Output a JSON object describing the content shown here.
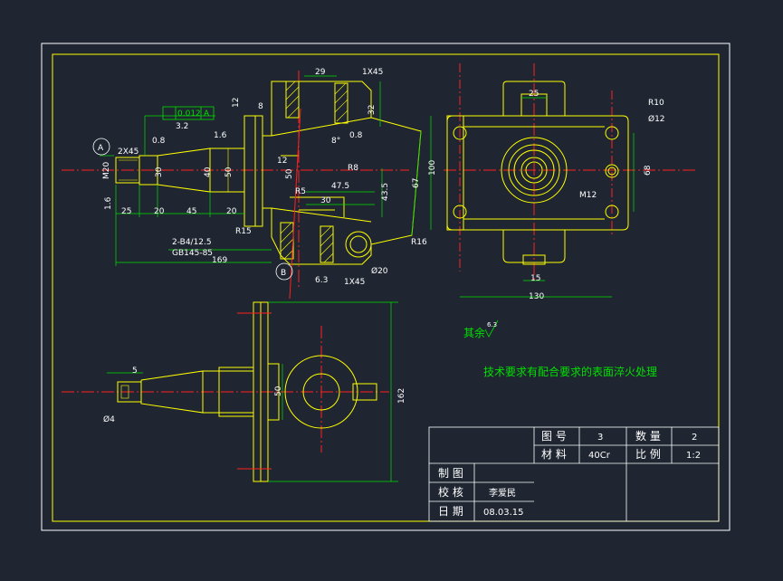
{
  "colors": {
    "background": "#1f2631",
    "outline": "#ffffff",
    "part": "#ffff00",
    "dimension": "#00e000",
    "centerline": "#ff2020",
    "hatch": "#ffff00"
  },
  "datum_labels": {
    "a": "A",
    "b": "B"
  },
  "tolerance_frame": {
    "value": "0.012",
    "datum": "A"
  },
  "dimensions_front": {
    "d_29": "29",
    "d_1x45_top": "1X45",
    "d_32": "32",
    "d_12_left": "12",
    "d_8": "8",
    "d_8_deg": "8°",
    "d_0_8_a": "0.8",
    "d_0_8_b": "0.8",
    "d_3_2": "3.2",
    "d_1_6_top": "1.6",
    "d_2x45": "2X45",
    "d_m20": "M20",
    "d_1_6_left": "1.6",
    "d_40": "40",
    "d_30": "30",
    "d_50_a": "50",
    "d_12_mid": "12",
    "d_50_b": "50",
    "d_r8": "R8",
    "d_47_5": "47.5",
    "d_30_b": "30",
    "d_r5": "R5",
    "d_43_5": "43.5",
    "d_67": "67",
    "d_25": "25",
    "d_20_a": "20",
    "d_45": "45",
    "d_20_b": "20",
    "d_r15": "R15",
    "d_r16": "R16",
    "d_phi20": "Ø20",
    "d_2_b4": "2-B4/12.5",
    "d_gb": "GB145-85",
    "d_169": "169",
    "d_1x45_bottom": "1X45",
    "d_6_3": "6.3"
  },
  "dimensions_side": {
    "d_25": "25",
    "d_r10": "R10",
    "d_phi12": "Ø12",
    "d_100": "100",
    "d_68": "68",
    "d_m12": "M12",
    "d_15": "15",
    "d_130": "130"
  },
  "dimensions_top": {
    "d_5": "5",
    "d_50": "50",
    "d_162": "162",
    "d_phi4": "Ø4"
  },
  "surface_note": {
    "label": "其余",
    "value": "6.3"
  },
  "tech_note": "技术要求有配合要求的表面淬火处理",
  "title_block": {
    "drawing_no_label": "图 号",
    "drawing_no": "3",
    "qty_label": "数 量",
    "qty": "2",
    "material_label": "材 料",
    "material": "40Cr",
    "scale_label": "比 例",
    "scale": "1:2",
    "drawn_label": "制 图",
    "drawn": "",
    "checked_label": "校 核",
    "checked": "李爱民",
    "date_label": "日 期",
    "date": "08.03.15"
  }
}
